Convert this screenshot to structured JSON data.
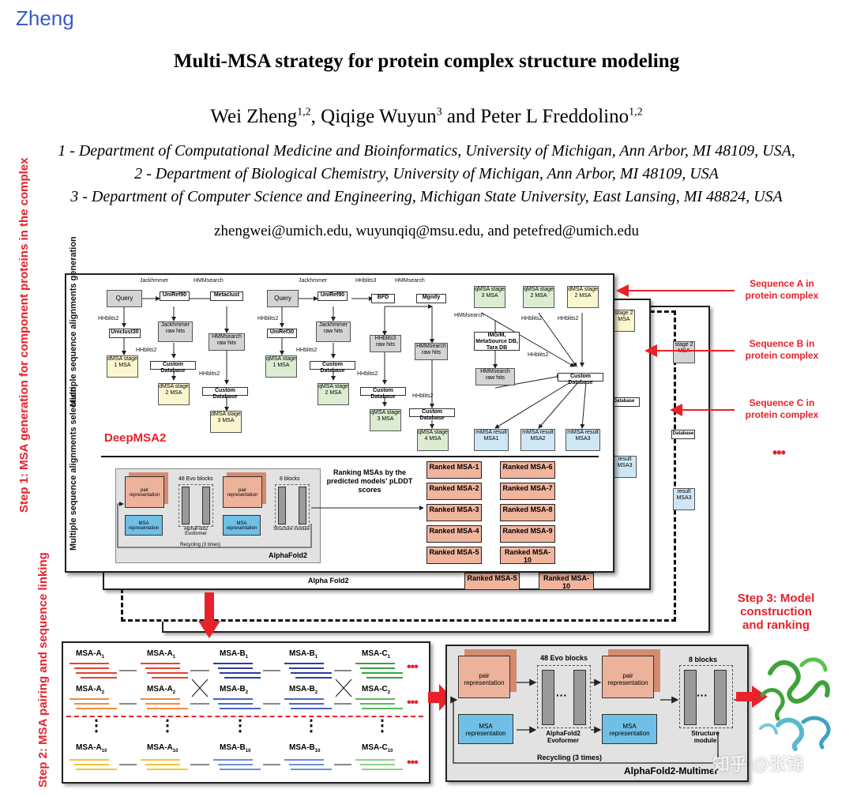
{
  "author_tag": "Zheng",
  "paper": {
    "title": "Multi-MSA strategy for protein complex structure modeling",
    "authors": [
      {
        "name": "Wei Zheng",
        "sup": "1,2",
        "sep": ", "
      },
      {
        "name": "Qiqige Wuyun",
        "sup": "3",
        "sep": " and "
      },
      {
        "name": "Peter L Freddolino",
        "sup": "1,2",
        "sep": ""
      }
    ],
    "affiliations": [
      "1 - Department of Computational Medicine and Bioinformatics, University of Michigan, Ann Arbor, MI 48109, USA,",
      "2 - Department of Biological Chemistry, University of Michigan, Ann Arbor, MI 48109, USA",
      "3 - Department of Computer Science and Engineering, Michigan State University, East Lansing, MI 48824, USA"
    ],
    "emails": "zhengwei@umich.edu, wuyunqiq@msu.edu, and petefred@umich.edu"
  },
  "figure": {
    "step1_label": "Step 1: MSA generation for component proteins in the complex",
    "step2_label": "Step 2: MSA pairing and sequence linking",
    "step3_label": "Step 3: Model construction and ranking",
    "sequence_labels": [
      "Sequence A in protein complex",
      "Sequence B in protein complex",
      "Sequence C in protein complex"
    ],
    "more_dots": "•••",
    "msa_gen_label": "Multiple sequence alignments generation",
    "msa_sel_label": "Multiple sequence alignments selection",
    "deepmsa_label": "DeepMSA2",
    "tools": {
      "jackhmmer": "Jackhmmer",
      "hmmsearch": "HMMsearch",
      "hhblits2": "HHblits2",
      "hhblits3": "HHblits3",
      "query": "Query",
      "uniref90": "UniRef90",
      "metaclust": "Metaclust",
      "uniclust30": "Uniclust30",
      "uniref30": "UniRef30",
      "bfd": "BFD",
      "mgnify": "Mgnify",
      "custom_db": "Custom Database",
      "jackhmmer_raw": "Jackhmmer raw hits",
      "hmmsearch_raw": "HMMsearch raw hits",
      "hhblits3_raw": "HHblits3 raw hits",
      "img_db": "IMG/M, MetaSource DB, Tara DB"
    },
    "dmsa": [
      "dMSA stage 1 MSA",
      "dMSA stage 2 MSA",
      "dMSA stage 3 MSA"
    ],
    "qmsa_left": [
      "qMSA stage 1 MSA",
      "qMSA stage 2 MSA",
      "qMSA stage 3 MSA",
      "qMSA stage 4 MSA"
    ],
    "qmsa_top": [
      "qMSA stage 3 MSA",
      "qMSA stage 2 MSA",
      "dMSA stage 2 MSA"
    ],
    "mmsa": [
      "mMSA result MSA1",
      "mMSA result MSA2",
      "mMSA result MSA3"
    ],
    "ranking_text": "Ranking MSAs by the predicted models' pLDDT scores",
    "ranked": [
      "Ranked MSA-1",
      "Ranked MSA-2",
      "Ranked MSA-3",
      "Ranked MSA-4",
      "Ranked MSA-5",
      "Ranked MSA-6",
      "Ranked MSA-7",
      "Ranked MSA-8",
      "Ranked MSA-9",
      "Ranked MSA-10"
    ],
    "af_small": {
      "evo_blocks": "48 Evo blocks",
      "blocks": "8 blocks",
      "pair": "pair representation",
      "msa": "MSA representation",
      "evoformer": "AlphaFold2 Evoformer",
      "structure": "Structure module",
      "recycling": "Recycling (3 times)",
      "name": "AlphaFold2"
    },
    "back_layer_text": {
      "alphafold2": "Alpha Fold2",
      "ranked5": "Ranked MSA-5",
      "ranked10": "Ranked MSA-10",
      "stub_db": "Database",
      "stub_result": "result MSA3",
      "stub_msa": "MSA",
      "stub_stage": "stage 2 MSA"
    },
    "pairing": {
      "headers_top": [
        [
          "MSA-A",
          "1"
        ],
        [
          "MSA-A",
          "1"
        ],
        [
          "MSA-B",
          "1"
        ],
        [
          "MSA-B",
          "1"
        ],
        [
          "MSA-C",
          "1"
        ]
      ],
      "headers_mid": [
        [
          "MSA-A",
          "2"
        ],
        [
          "MSA-A",
          "2"
        ],
        [
          "MSA-B",
          "2"
        ],
        [
          "MSA-B",
          "2"
        ],
        [
          "MSA-C",
          "2"
        ]
      ],
      "headers_bot": [
        [
          "MSA-A",
          "10"
        ],
        [
          "MSA-A",
          "10"
        ],
        [
          "MSA-B",
          "10"
        ],
        [
          "MSA-B",
          "10"
        ],
        [
          "MSA-C",
          "10"
        ]
      ],
      "vdots": "⋮"
    },
    "af_multimer": {
      "evo_blocks": "48 Evo blocks",
      "blocks": "8 blocks",
      "pair": "pair representation",
      "msa": "MSA representation",
      "evoformer": "AlphaFold2 Evoformer",
      "structure": "Structure module",
      "recycling": "Recycling (3 times)",
      "name": "AlphaFold2-Multimer"
    },
    "watermark": "知乎 @张锦"
  },
  "colors": {
    "accent_red": "#e8212a",
    "author_blue": "#3a5bc7",
    "msa_a": "#e8412f",
    "msa_a2": "#f08a3c",
    "msa_a10": "#f2c53a",
    "msa_b": "#2c3e9e",
    "msa_b10": "#6c8fd8",
    "msa_c": "#3aa040",
    "ranked_fill": "#f1b49d"
  }
}
